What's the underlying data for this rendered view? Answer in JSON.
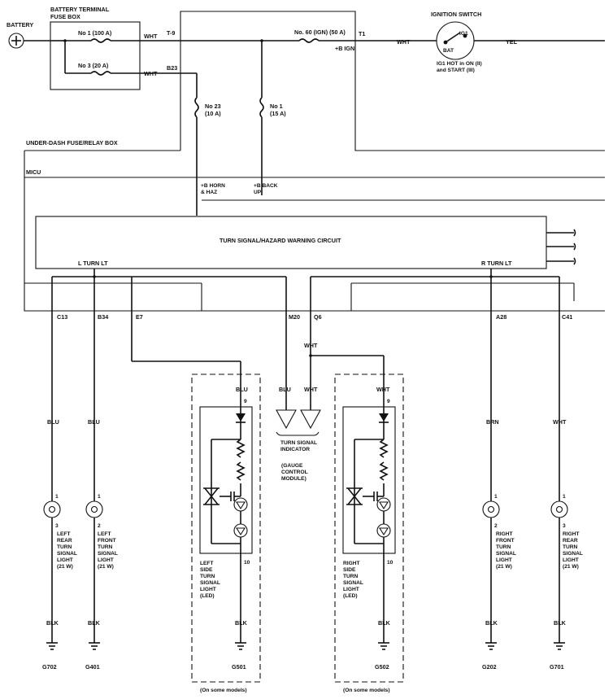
{
  "diagram_title": "",
  "power": {
    "battery": "BATTERY",
    "battery_fuse_box": [
      "BATTERY TERMINAL",
      "FUSE BOX"
    ],
    "fuse_no1_100": "No  1 (100 A)",
    "fuse_no3_20": "No  3 (20 A)",
    "fuse_no60": "No. 60 (IGN) (50 A)",
    "fuse_no23": [
      "No  23",
      "(10 A)"
    ],
    "fuse_no1_15": [
      "No  1",
      "(15 A)"
    ],
    "underdash_box": "UNDER-DASH FUSE/RELAY BOX",
    "micu": "MICU",
    "b_ign": "+B IGN",
    "b_horn_haz": [
      "+B HORN",
      "& HAZ"
    ],
    "b_backup": [
      "+B BACK",
      "UP"
    ],
    "conn_t9": "T-9",
    "conn_b23": "B23",
    "conn_t1": "T1"
  },
  "ignition": {
    "title": "IGNITION SWITCH",
    "bat": "BAT",
    "ig1": "IG1",
    "note": [
      "IG1 HOT in ON (II)",
      "and START (III)"
    ]
  },
  "circuit": {
    "title": "TURN SIGNAL/HAZARD WARNING CIRCUIT",
    "left_label": "L TURN LT",
    "right_label": "R TURN LT"
  },
  "connectors": [
    "C13",
    "B34",
    "E7",
    "M20",
    "Q6",
    "A28",
    "C41"
  ],
  "wire_colors": {
    "wht": "WHT",
    "yel": "YEL",
    "blu": "BLU",
    "brn": "BRN",
    "blk": "BLK"
  },
  "indicator": {
    "title": [
      "TURN SIGNAL",
      "INDICATOR"
    ],
    "module": [
      "(GAUGE",
      "CONTROL",
      "MODULE)"
    ]
  },
  "lights": [
    {
      "pin_top": "1",
      "pin_bottom": "3",
      "label": [
        "LEFT",
        "REAR",
        "TURN",
        "SIGNAL",
        "LIGHT",
        "(21 W)"
      ],
      "wire": "BLU",
      "ground": "G702"
    },
    {
      "pin_top": "1",
      "pin_bottom": "2",
      "label": [
        "LEFT",
        "FRONT",
        "TURN",
        "SIGNAL",
        "LIGHT",
        "(21 W)"
      ],
      "wire": "BLU",
      "ground": "G401"
    },
    {
      "pin_top": "1",
      "pin_bottom": "2",
      "label": [
        "RIGHT",
        "FRONT",
        "TURN",
        "SIGNAL",
        "LIGHT",
        "(21 W)"
      ],
      "wire": "BRN",
      "ground": "G202"
    },
    {
      "pin_top": "1",
      "pin_bottom": "3",
      "label": [
        "RIGHT",
        "REAR",
        "TURN",
        "SIGNAL",
        "LIGHT",
        "(21 W)"
      ],
      "wire": "WHT",
      "ground": "G701"
    }
  ],
  "led_lights": [
    {
      "pin_top": "9",
      "pin_bottom": "10",
      "label": [
        "LEFT",
        "SIDE",
        "TURN",
        "SIGNAL",
        "LIGHT",
        "(LED)"
      ],
      "wire": "BLU",
      "ground": "G501",
      "note": "(On some models)"
    },
    {
      "pin_top": "9",
      "pin_bottom": "10",
      "label": [
        "RIGHT",
        "SIDE",
        "TURN",
        "SIGNAL",
        "LIGHT",
        "(LED)"
      ],
      "wire": "WHT",
      "ground": "G502",
      "note": "(On some models)"
    }
  ],
  "colors": {
    "ink": "#111111",
    "background": "#ffffff"
  }
}
